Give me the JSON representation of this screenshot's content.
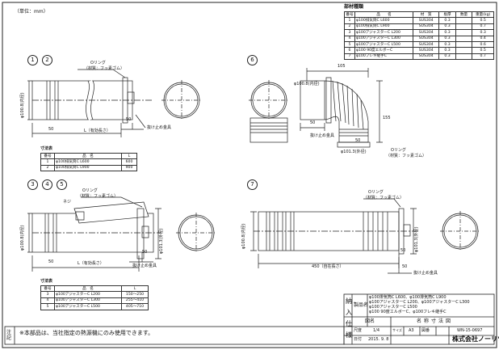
{
  "unit_note": "（単位：mm）",
  "parts_title": "部材種類",
  "parts_headers": [
    "番号",
    "品　　名",
    "材　質",
    "板厚",
    "数量",
    "重量(kg)"
  ],
  "parts_rows": [
    [
      "1",
      "φ100排気筒C L600",
      "SUS304",
      "0.3",
      "0.5"
    ],
    [
      "2",
      "φ100排気筒C L900",
      "SUS304",
      "0.3",
      "0.7"
    ],
    [
      "3",
      "φ100アジャスターC L200",
      "SUS304",
      "0.3",
      "0.3"
    ],
    [
      "4",
      "φ100アジャスターC L300",
      "SUS304",
      "0.3",
      "0.4"
    ],
    [
      "5",
      "φ100アジャスターC L500",
      "SUS304",
      "0.3",
      "0.6"
    ],
    [
      "6",
      "φ100 90度エルボーC",
      "SUS304",
      "0.3",
      "0.5"
    ],
    [
      "7",
      "φ100フレキ継手C",
      "SUS304",
      "0.3",
      "0.7"
    ]
  ],
  "views": {
    "v12": {
      "num1": "1",
      "num2": "2",
      "oring": "Oリング",
      "material": "（材質：フッ素ゴム）",
      "dia": "φ100.8(内径)",
      "dim50a": "50",
      "dim50b": "50",
      "L": "L（有効長さ）",
      "stop": "抜け止め金具"
    },
    "v6": {
      "num": "6",
      "d105": "105",
      "d155": "155",
      "d50": "50",
      "d50b": "50",
      "dia_in": "φ100.8(内径)",
      "dia_out": "φ101.3(外径)",
      "oring": "Oリング",
      "material": "（材質：フッ素ゴム）",
      "stop": "抜け止め金具"
    },
    "v345": {
      "num1": "3",
      "num2": "4",
      "num3": "5",
      "oring": "Oリング",
      "material": "（材質：フッ素ゴム）",
      "screw": "ネジ",
      "dia": "φ100.8(内径)",
      "dia_out": "φ101.3(外径)",
      "dim50": "50",
      "dim50b": "50",
      "L": "L（有効長さ）",
      "stop": "抜け止め金具"
    },
    "v7": {
      "num": "7",
      "oring": "Oリング",
      "material": "（材質：フッ素ゴム）",
      "dia": "φ100.8(内径)",
      "dia_out": "φ101.3(外径)",
      "dim450": "450（自在長さ）",
      "dim50": "50",
      "dim50b": "50",
      "stop": "抜け止め金具"
    }
  },
  "dim_table_1": {
    "title": "寸法表",
    "headers": [
      "番号",
      "品　名",
      "L"
    ],
    "rows": [
      [
        "1",
        "φ100排気筒C L600",
        "600"
      ],
      [
        "2",
        "φ100排気筒C L900",
        "900"
      ]
    ]
  },
  "dim_table_2": {
    "title": "寸法表",
    "headers": [
      "番号",
      "品　名",
      "L"
    ],
    "rows": [
      [
        "3",
        "φ100アジャスターC L200",
        "150〜250"
      ],
      [
        "4",
        "φ100アジャスターC L300",
        "255〜410"
      ],
      [
        "5",
        "φ100アジャスターC L500",
        "405〜710"
      ]
    ]
  },
  "note": "注記",
  "note_text": "※本部品は、当社指定の熱源機にのみ使用できます。",
  "title_block": {
    "side_label": "納入仕様",
    "product_label": "製品名",
    "product_lines": [
      "φ100排気筒C L600、φ100排気筒C L900",
      "φ100アジャスターC L200、φ100アジャスターC L300",
      "φ100アジャスターC L500",
      "φ100 90度エルボーC、φ100フレキ継手C"
    ],
    "drawing_label": "図名",
    "drawing_name": "名称寸法図",
    "scale_label": "尺度",
    "scale": "1/4",
    "size_label": "サイズ",
    "size": "A3",
    "number_label": "図番",
    "number": "WN-15-0697",
    "date_label": "日付",
    "date": "2015. 9. 8",
    "company": "株式会社ノーリツ"
  }
}
